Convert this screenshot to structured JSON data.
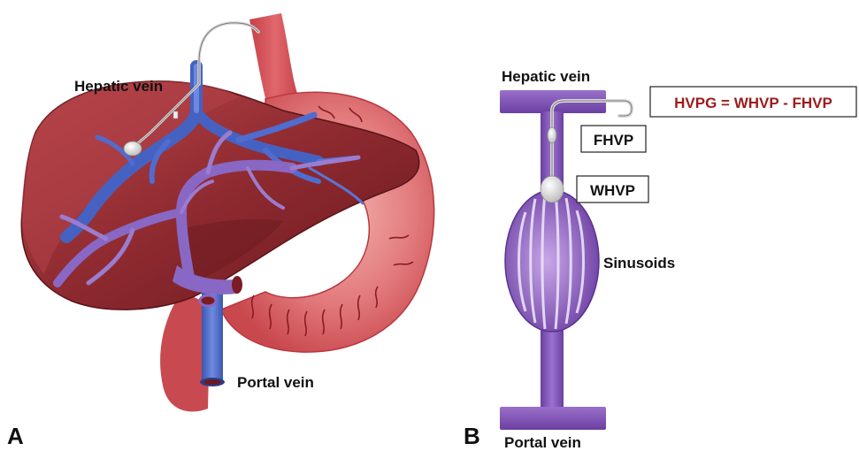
{
  "panel_a": {
    "letter": "A",
    "labels": {
      "hepatic_vein": "Hepatic vein",
      "portal_vein": "Portal vein"
    }
  },
  "panel_b": {
    "letter": "B",
    "labels": {
      "hepatic_vein": "Hepatic vein",
      "portal_vein": "Portal vein",
      "sinusoids": "Sinusoids",
      "fhvp": "FHVP",
      "whvp": "WHVP",
      "formula": "HVPG = WHVP - FHVP"
    }
  },
  "colors": {
    "liver_dark": "#7a1f24",
    "liver_mid": "#a8343a",
    "liver_light": "#c85a5c",
    "stomach": "#d9646a",
    "stomach_light": "#ee9a9a",
    "vein_blue": "#5e7bd4",
    "vein_blue_dark": "#3a56b0",
    "vein_purple": "#8d6cc8",
    "schematic_purple": "#7a4fb0",
    "schematic_purple_light": "#b391db",
    "formula_red": "#9b1c1c"
  }
}
